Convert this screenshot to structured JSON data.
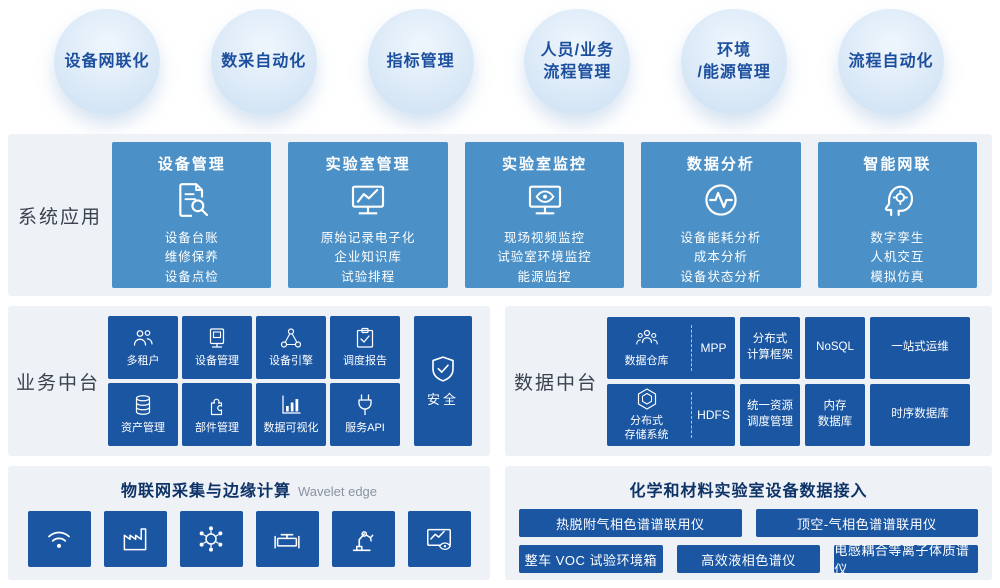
{
  "colors": {
    "tile_blue": "#1b56a3",
    "card_blue": "#4b90c7",
    "panel_bg": "#eef1f6",
    "bubble_blue": "#cfe2f4",
    "navy_text": "#1c4f9e"
  },
  "capabilities": [
    {
      "label": "设备网联化"
    },
    {
      "label": "数采自动化"
    },
    {
      "label": "指标管理"
    },
    {
      "label": "人员/业务\n流程管理"
    },
    {
      "label": "环境\n/能源管理"
    },
    {
      "label": "流程自动化"
    }
  ],
  "system_apps": {
    "section_label": "系统应用",
    "cards": [
      {
        "title": "设备管理",
        "icon": "document-search-icon",
        "lines": "设备台账\n维修保养\n设备点检"
      },
      {
        "title": "实验室管理",
        "icon": "monitor-chart-icon",
        "lines": "原始记录电子化\n企业知识库\n试验排程"
      },
      {
        "title": "实验室监控",
        "icon": "monitor-eye-icon",
        "lines": "现场视频监控\n试验室环境监控\n能源监控"
      },
      {
        "title": "数据分析",
        "icon": "pulse-circle-icon",
        "lines": "设备能耗分析\n成本分析\n设备状态分析"
      },
      {
        "title": "智能网联",
        "icon": "ai-head-icon",
        "lines": "数字孪生\n人机交互\n模拟仿真"
      }
    ]
  },
  "business_platform": {
    "section_label": "业务中台",
    "tiles": [
      {
        "label": "多租户",
        "icon": "users-icon"
      },
      {
        "label": "设备管理",
        "icon": "device-icon"
      },
      {
        "label": "设备引擎",
        "icon": "nodes-icon"
      },
      {
        "label": "调度报告",
        "icon": "clipboard-check-icon"
      },
      {
        "label": "资产管理",
        "icon": "database-icon"
      },
      {
        "label": "部件管理",
        "icon": "puzzle-icon"
      },
      {
        "label": "数据可视化",
        "icon": "bar-chart-icon"
      },
      {
        "label": "服务API",
        "icon": "plug-icon"
      }
    ],
    "security": {
      "label": "安全",
      "icon": "shield-check-icon"
    }
  },
  "data_platform": {
    "section_label": "数据中台",
    "row1": {
      "combo_label": "数据仓库",
      "combo_icon": "people-group-icon",
      "combo_sub": "MPP",
      "tile1": "分布式\n计算框架",
      "tile2": "NoSQL",
      "tile3": "一站式运维"
    },
    "row2": {
      "combo_label": "分布式\n存储系统",
      "combo_icon": "hexagon-storage-icon",
      "combo_sub": "HDFS",
      "tile1": "统一资源\n调度管理",
      "tile2": "内存\n数据库",
      "tile3": "时序数据库"
    }
  },
  "iot_edge": {
    "title": "物联网采集与边缘计算",
    "subtitle": "Wavelet edge",
    "tiles": [
      {
        "icon": "wireless-sensor-icon"
      },
      {
        "icon": "factory-icon"
      },
      {
        "icon": "network-cluster-icon"
      },
      {
        "icon": "valve-icon"
      },
      {
        "icon": "robot-arm-icon"
      },
      {
        "icon": "monitor-analytics-icon"
      }
    ]
  },
  "lab_access": {
    "title": "化学和材料实验室设备数据接入",
    "row1": [
      "热脱附气相色谱谱联用仪",
      "顶空-气相色谱谱联用仪"
    ],
    "row2": [
      "整车 VOC 试验环境箱",
      "高效液相色谱仪",
      "电感耦合等离子体质谱仪"
    ]
  }
}
